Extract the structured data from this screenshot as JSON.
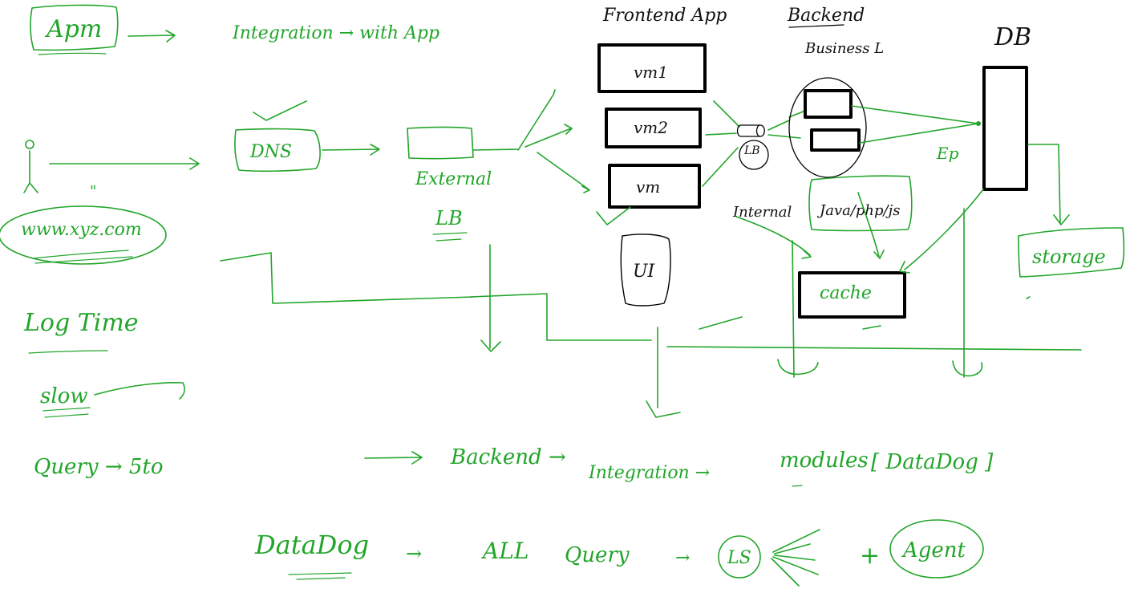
{
  "colors": {
    "ink_green": "#22a52a",
    "ink_black": "#000000",
    "background": "#ffffff"
  },
  "top": {
    "apm": "Apm",
    "integration_with_app": "Integration → with App"
  },
  "left": {
    "client_url": "www.xyz.com",
    "log_time": "Log Time",
    "slow": "slow",
    "query": "Query → 5to"
  },
  "flow": {
    "dns": "DNS",
    "external_lb_1": "External",
    "external_lb_2": "LB"
  },
  "frontend": {
    "title": "Frontend App",
    "vm1": "vm1",
    "vm2": "vm2",
    "vm3": "vm",
    "ui": "UI"
  },
  "internal": {
    "lb": "LB",
    "label": "Internal"
  },
  "backend": {
    "title": "Backend",
    "subtitle": "Business L",
    "tech": "Java/php/js",
    "cache": "cache"
  },
  "db": {
    "title": "DB",
    "ep": "Ep",
    "storage": "storage"
  },
  "bottom": {
    "backend": "Backend →",
    "integration": "Integration →",
    "modules": "modules",
    "datadog_bracket": "[ DataDog ]",
    "datadog": "DataDog",
    "arrow1": "→",
    "all": "ALL",
    "query": "Query",
    "arrow2": "→",
    "ls": "LS",
    "plus": "+",
    "agent": "Agent"
  }
}
